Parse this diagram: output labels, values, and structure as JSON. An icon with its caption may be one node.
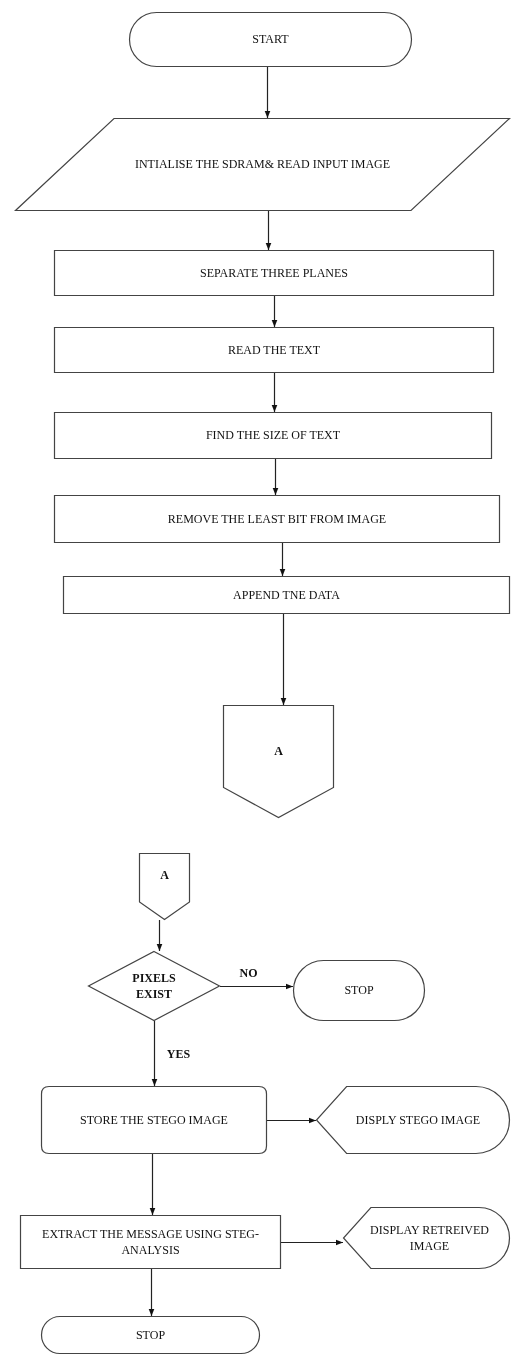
{
  "diagram": {
    "nodes": [
      {
        "text": [
          "START"
        ]
      },
      {
        "text": [
          "INTIALISE THE SDRAM& READ INPUT IMAGE"
        ]
      },
      {
        "text": [
          "SEPARATE THREE PLANES"
        ]
      },
      {
        "text": [
          "READ THE TEXT"
        ]
      },
      {
        "text": [
          "FIND THE SIZE OF TEXT"
        ]
      },
      {
        "text": [
          "REMOVE THE LEAST BIT FROM IMAGE"
        ]
      },
      {
        "text": [
          "APPEND TNE DATA"
        ]
      },
      {
        "text": [
          "A"
        ]
      },
      {
        "text": [
          "A"
        ]
      },
      {
        "text": [
          "PIXELS EXIST"
        ]
      },
      {
        "text": [
          "STOP"
        ]
      },
      {
        "text": [
          "STORE THE STEGO IMAGE"
        ]
      },
      {
        "text": [
          "DISPLY STEGO IMAGE"
        ]
      },
      {
        "text": [
          "EXTRACT THE MESSAGE USING STEG-ANALYSIS"
        ]
      },
      {
        "text": [
          "DISPLAY RETREIVED IMAGE"
        ]
      },
      {
        "text": [
          "STOP"
        ]
      }
    ],
    "edges": [
      {
        "from": 0,
        "to": 1,
        "arrow": "to"
      },
      {
        "from": 1,
        "to": 2,
        "arrow": "to"
      },
      {
        "from": 2,
        "to": 3,
        "arrow": "to"
      },
      {
        "from": 3,
        "to": 4,
        "arrow": "to"
      },
      {
        "from": 4,
        "to": 5,
        "arrow": "to"
      },
      {
        "from": 5,
        "to": 6,
        "arrow": "to"
      },
      {
        "from": 6,
        "to": 7,
        "arrow": "to"
      },
      {
        "from": 8,
        "to": 9,
        "arrow": "to"
      },
      {
        "from": 9,
        "to": 10,
        "arrow": "to",
        "label": "NO"
      },
      {
        "from": 9,
        "to": 11,
        "arrow": "to",
        "label": "YES"
      },
      {
        "from": 11,
        "to": 12,
        "arrow": "to"
      },
      {
        "from": 11,
        "to": 13,
        "arrow": "to"
      },
      {
        "from": 13,
        "to": 14,
        "arrow": "to"
      },
      {
        "from": 13,
        "to": 15,
        "arrow": "to"
      }
    ]
  }
}
